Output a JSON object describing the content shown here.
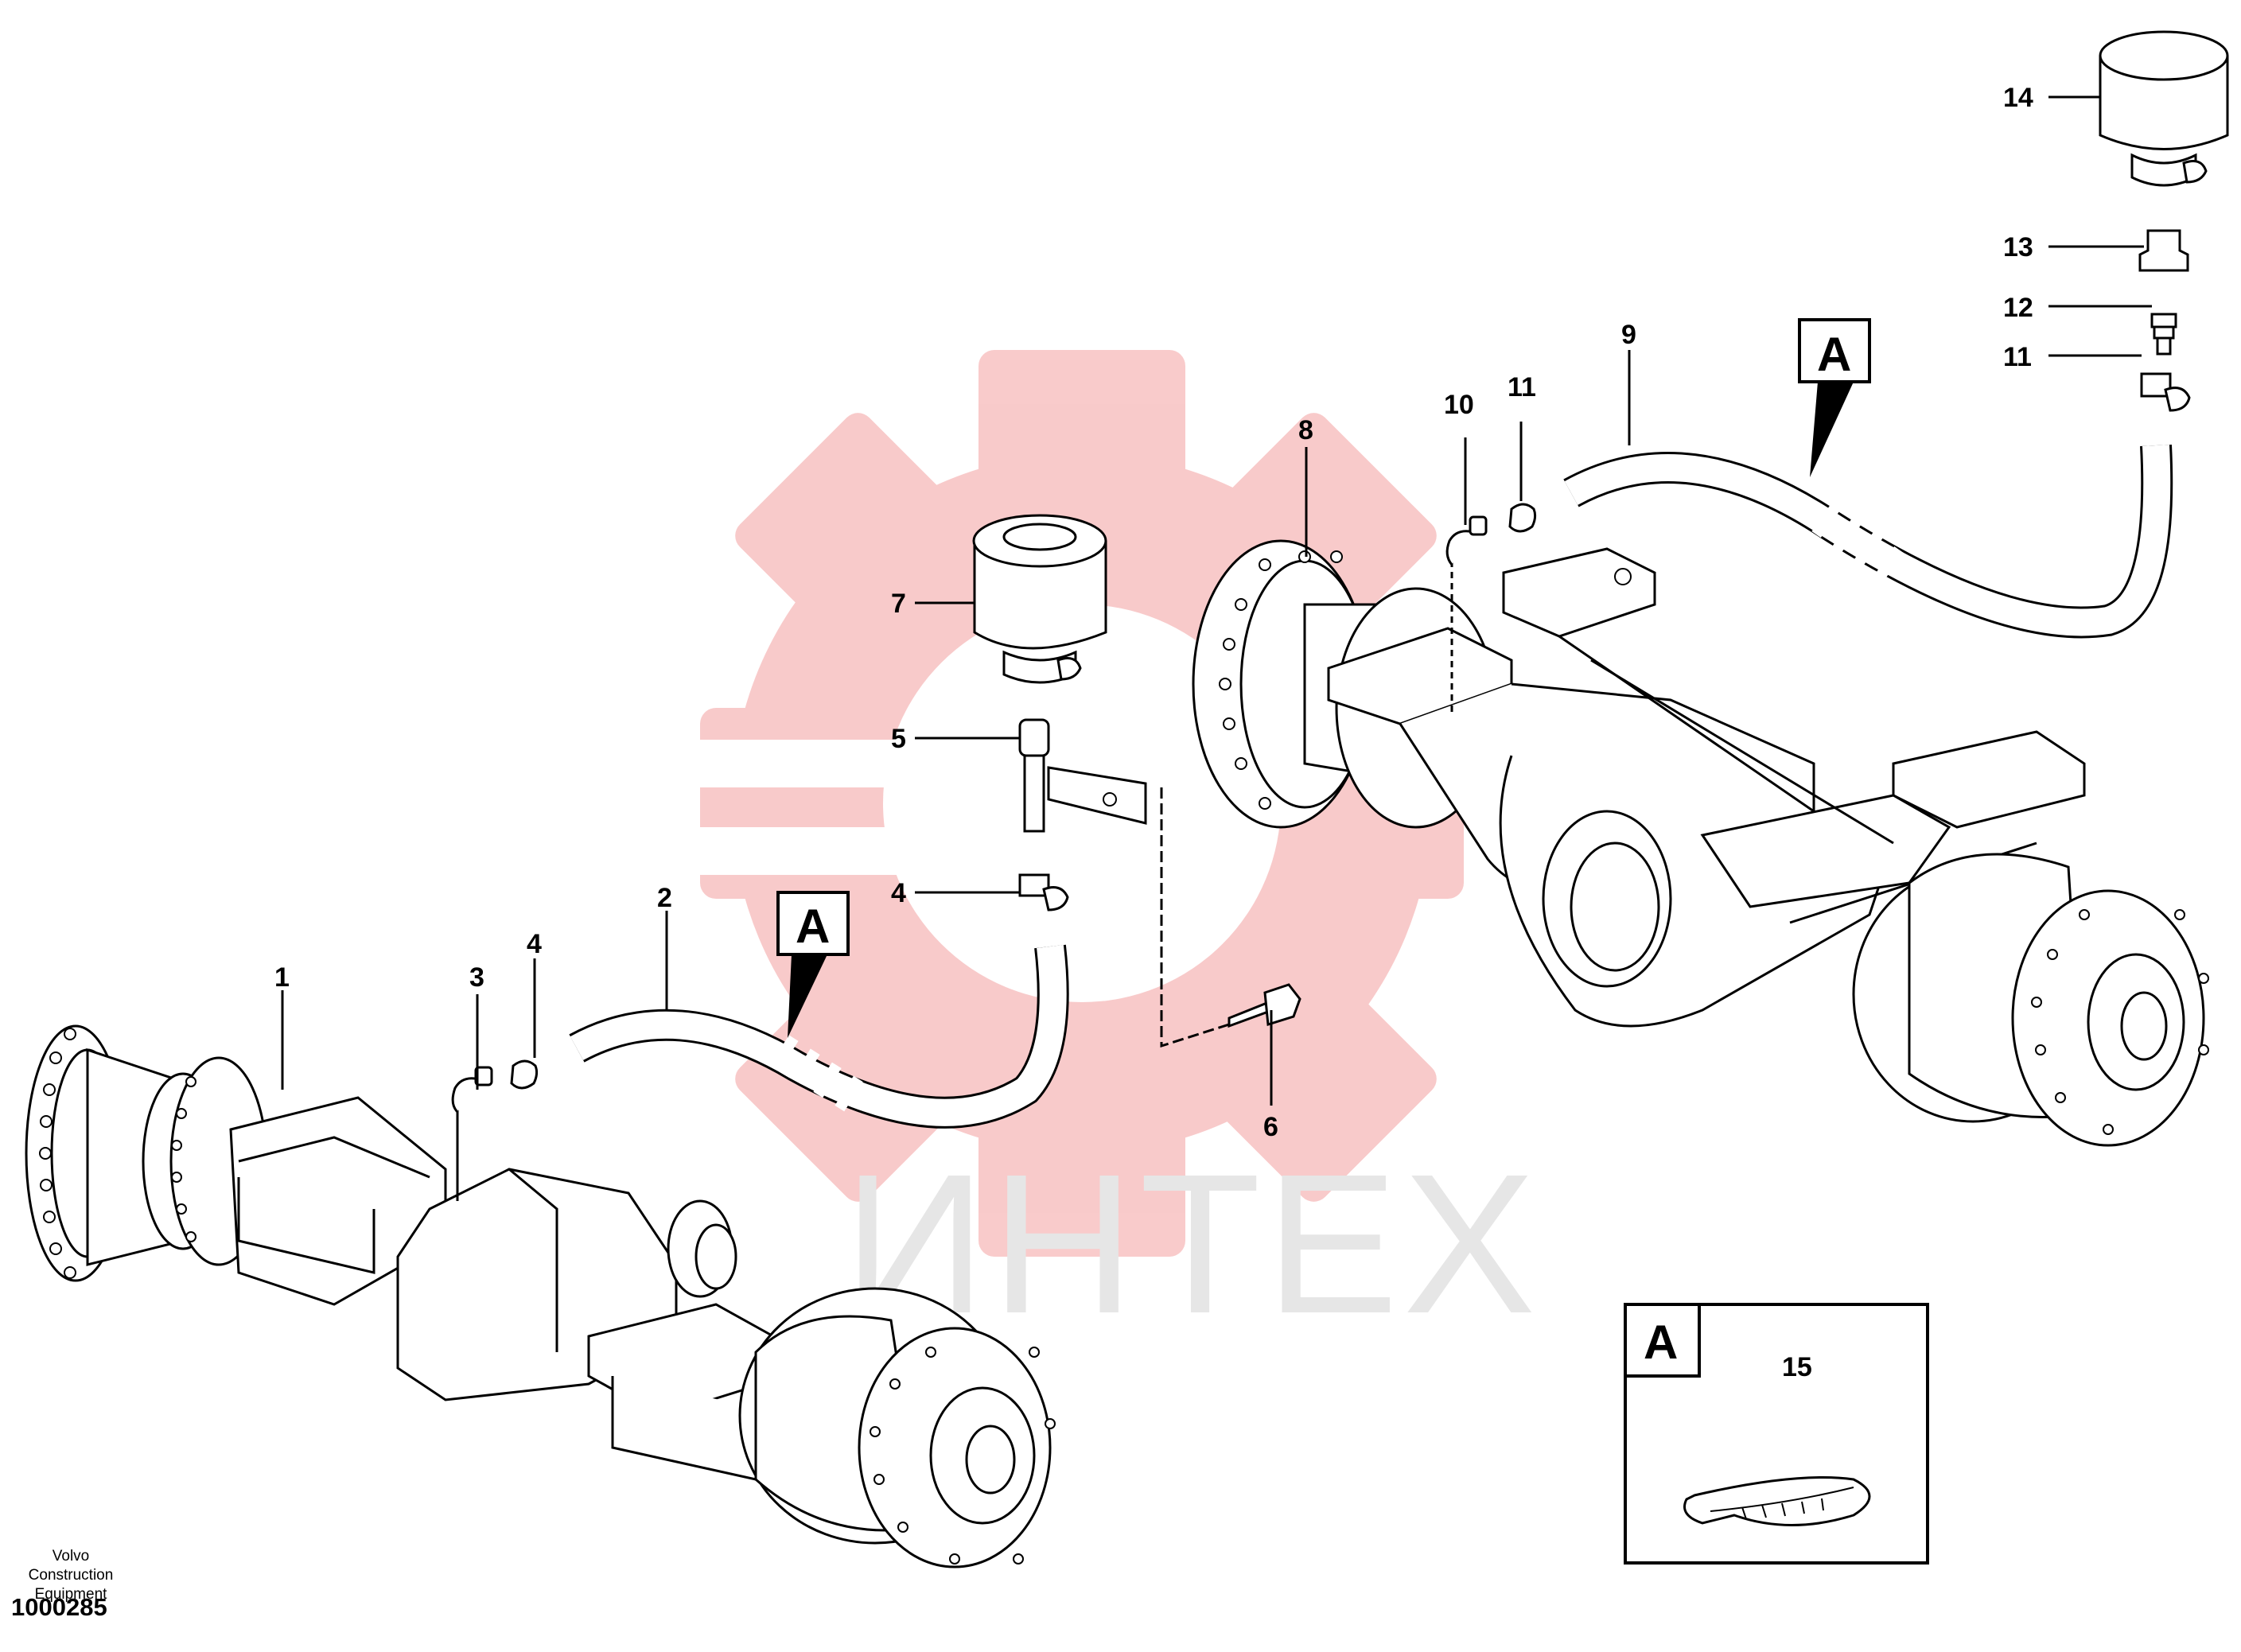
{
  "watermark": {
    "text": "ИНТЕХ",
    "color": "#f4a0a0"
  },
  "callouts": {
    "view_label": "A"
  },
  "parts": [
    "1",
    "2",
    "3",
    "4",
    "4",
    "5",
    "6",
    "7",
    "8",
    "9",
    "10",
    "11",
    "11",
    "12",
    "13",
    "14",
    "15"
  ],
  "footer": {
    "maker_line1": "Volvo Construction",
    "maker_line2": "Equipment",
    "drawing_number": "1000285"
  }
}
